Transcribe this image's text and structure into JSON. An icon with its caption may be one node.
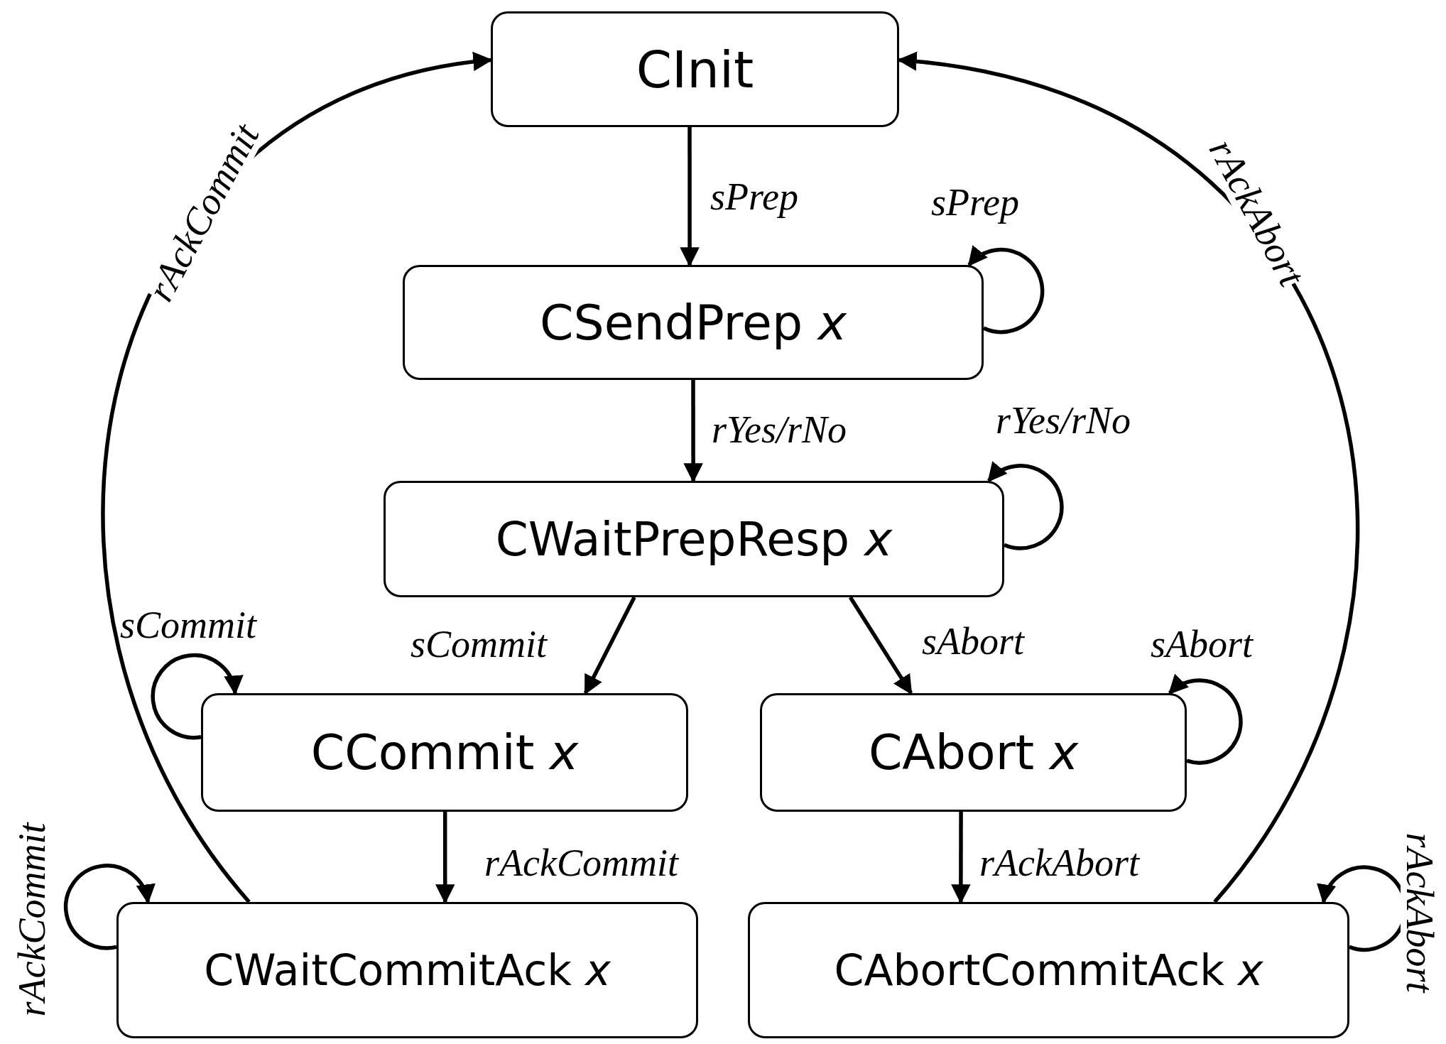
{
  "diagram": {
    "nodes": [
      {
        "text": [
          "CInit"
        ]
      },
      {
        "text": [
          "CSendPrep *x*"
        ]
      },
      {
        "text": [
          "CWaitPrepResp *x*"
        ]
      },
      {
        "text": [
          "CCommit *x*"
        ]
      },
      {
        "text": [
          "CAbort *x*"
        ]
      },
      {
        "text": [
          "CWaitCommitAck *x*"
        ]
      },
      {
        "text": [
          "CAbortCommitAck *x*"
        ]
      }
    ],
    "edges": [
      {
        "from": 0,
        "to": 1,
        "arrow": "to",
        "label": "sPrep"
      },
      {
        "from": 1,
        "to": 1,
        "arrow": "to",
        "label": "sPrep"
      },
      {
        "from": 1,
        "to": 2,
        "arrow": "to",
        "label": "rYes/rNo"
      },
      {
        "from": 2,
        "to": 2,
        "arrow": "to",
        "label": "rYes/rNo"
      },
      {
        "from": 2,
        "to": 3,
        "arrow": "to",
        "label": "sCommit"
      },
      {
        "from": 2,
        "to": 4,
        "arrow": "to",
        "label": "sAbort"
      },
      {
        "from": 3,
        "to": 3,
        "arrow": "to",
        "label": "sCommit"
      },
      {
        "from": 4,
        "to": 4,
        "arrow": "to",
        "label": "sAbort"
      },
      {
        "from": 3,
        "to": 5,
        "arrow": "to",
        "label": "rAckCommit"
      },
      {
        "from": 4,
        "to": 6,
        "arrow": "to",
        "label": "rAckAbort"
      },
      {
        "from": 5,
        "to": 5,
        "arrow": "to",
        "label": "rAckCommit"
      },
      {
        "from": 6,
        "to": 6,
        "arrow": "to",
        "label": "rAckAbort"
      },
      {
        "from": 5,
        "to": 0,
        "arrow": "to",
        "label": "rAckCommit"
      },
      {
        "from": 6,
        "to": 0,
        "arrow": "to",
        "label": "rAckAbort"
      }
    ]
  }
}
